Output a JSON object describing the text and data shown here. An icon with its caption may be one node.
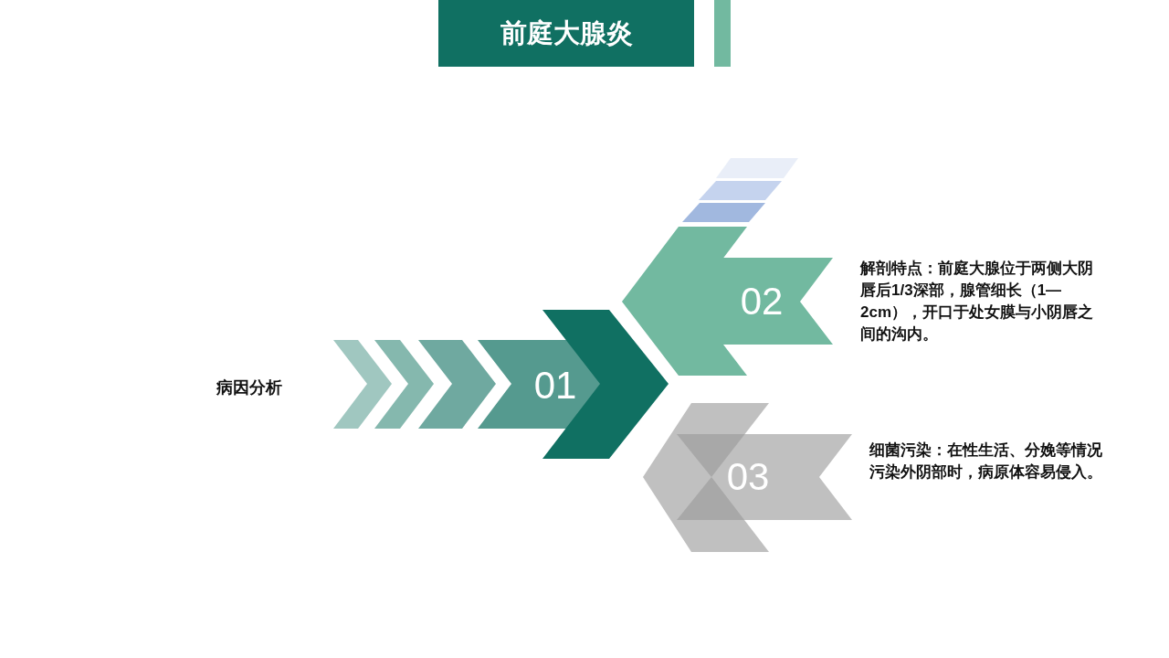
{
  "diagram": {
    "title": "前庭大腺炎",
    "nodes": [
      {
        "text": [
          "01"
        ]
      },
      {
        "text": [
          "02"
        ]
      },
      {
        "text": [
          "03"
        ]
      }
    ],
    "labels": [
      "解剖特点：前庭大腺位于两侧大阴唇后1/3深部，腺管细长（1—2cm），开口于处女膜与小阴唇之间的沟内。",
      "病因分析",
      "细菌污染：在性生活、分娩等情况污染外阴部时，病原体容易侵入。"
    ]
  }
}
